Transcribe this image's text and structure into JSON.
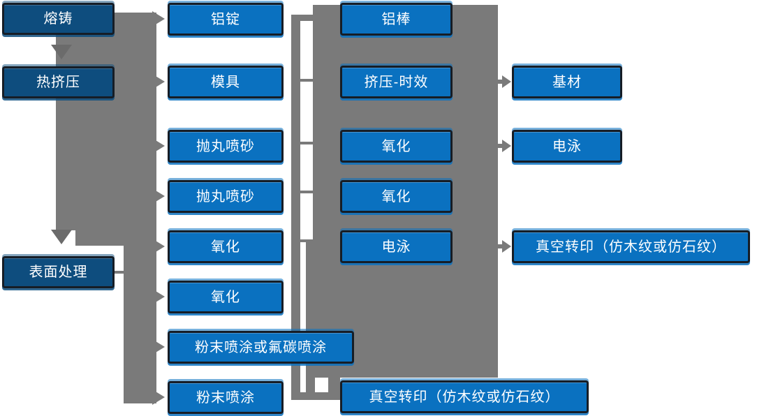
{
  "colors": {
    "box_blue": "#0A71C0",
    "box_dark_blue": "#0E4D7E",
    "box_border": "#161D26",
    "connector_gray": "#7A7A7A",
    "connector_dark_gray": "#6B6B6B",
    "text_white": "#FFFFFF"
  },
  "flow": {
    "stages": [
      "熔铸",
      "热挤压",
      "表面处理"
    ],
    "col2": [
      "铝锭",
      "模具",
      "抛丸喷砂",
      "抛丸喷砂",
      "氧化",
      "氧化",
      "粉末喷涂或氟碳喷涂",
      "粉末喷涂"
    ],
    "col3": [
      "铝棒",
      "挤压-时效",
      "氧化",
      "氧化",
      "电泳",
      "真空转印（仿木纹或仿石纹）"
    ],
    "col4": [
      "基材",
      "电泳",
      "真空转印（仿木纹或仿石纹）"
    ]
  }
}
